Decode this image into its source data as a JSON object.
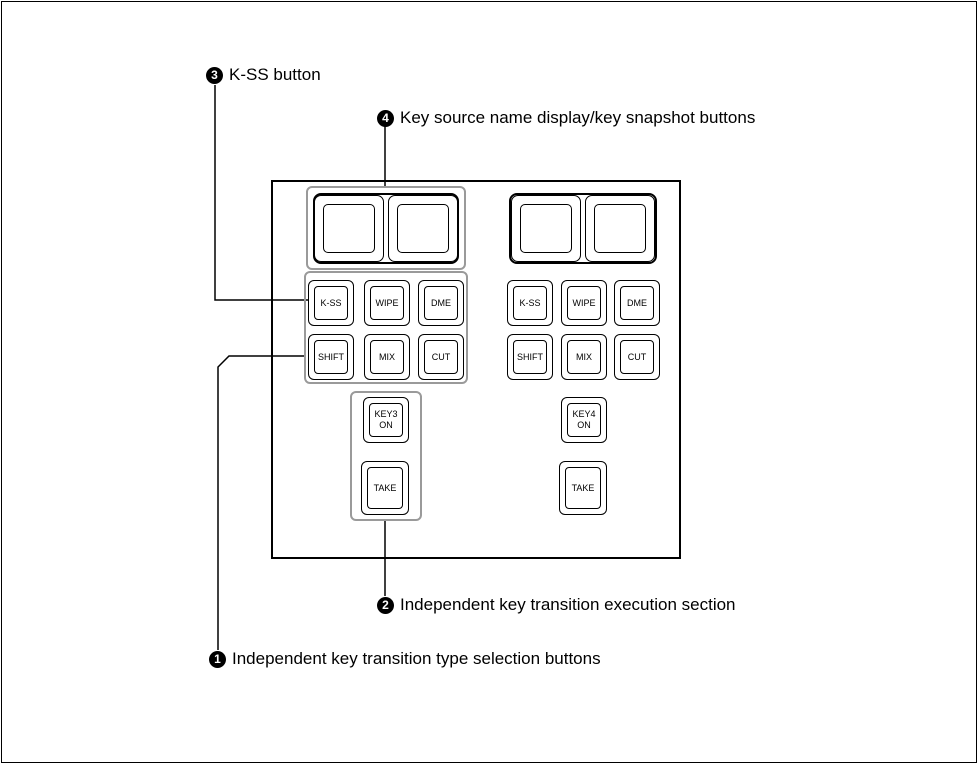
{
  "callouts": {
    "c1": {
      "num": "1",
      "label": "Independent key transition type selection buttons"
    },
    "c2": {
      "num": "2",
      "label": "Independent key transition execution section"
    },
    "c3": {
      "num": "3",
      "label": "K-SS button"
    },
    "c4": {
      "num": "4",
      "label": "Key source name display/key snapshot buttons"
    }
  },
  "left_column": {
    "kss": "K-SS",
    "wipe": "WIPE",
    "dme": "DME",
    "shift": "SHIFT",
    "mix": "MIX",
    "cut": "CUT",
    "key_on": "KEY3\nON",
    "take": "TAKE"
  },
  "right_column": {
    "kss": "K-SS",
    "wipe": "WIPE",
    "dme": "DME",
    "shift": "SHIFT",
    "mix": "MIX",
    "cut": "CUT",
    "key_on": "KEY4\nON",
    "take": "TAKE"
  }
}
